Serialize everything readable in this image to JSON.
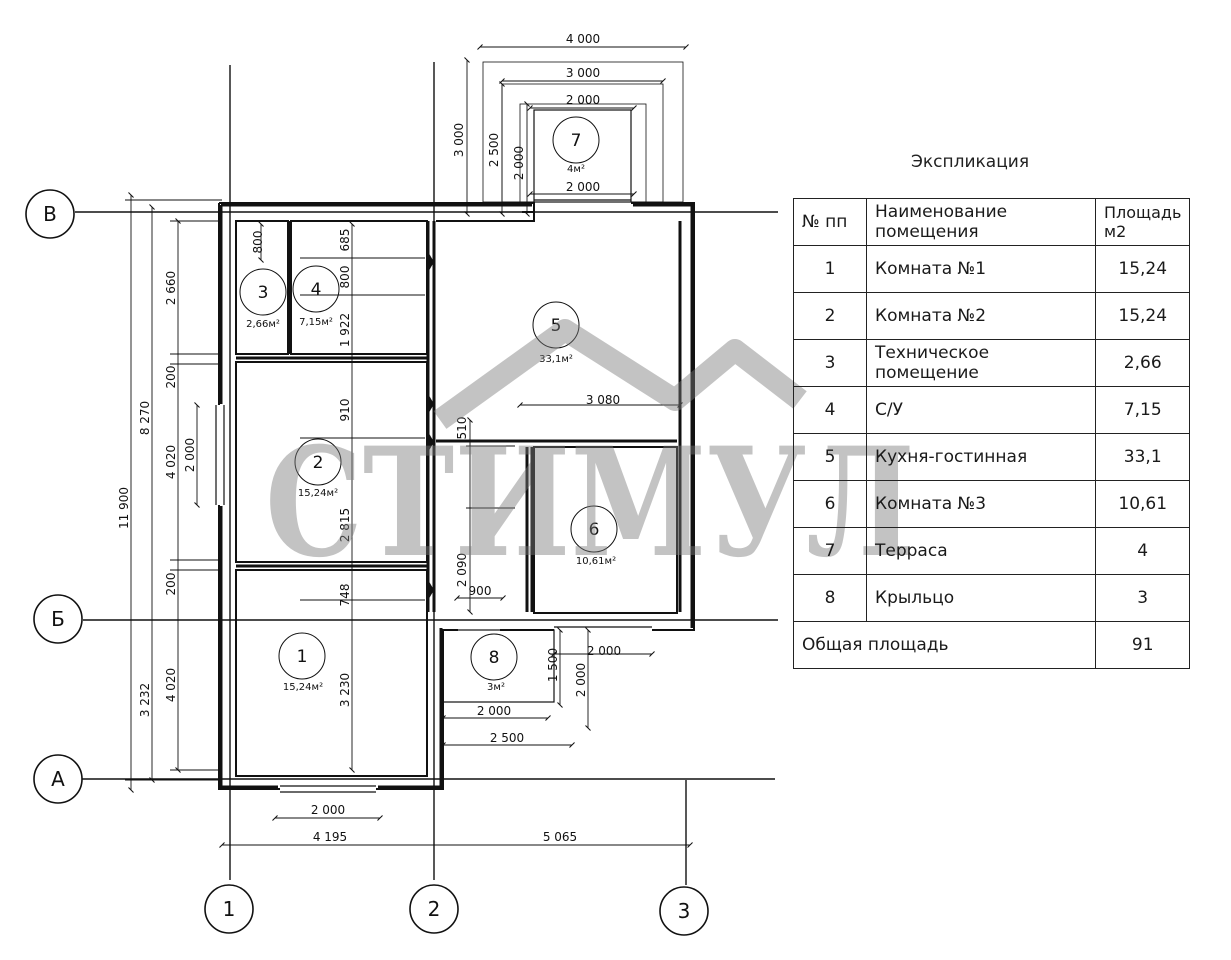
{
  "axes": {
    "v1": "1",
    "v2": "2",
    "v3": "3",
    "hA": "А",
    "hB": "Б",
    "hV": "В"
  },
  "dims": {
    "terrace_outer_w": "4 000",
    "terrace_mid_w": "3 000",
    "terrace_inner_w": "2 000",
    "terrace_opening_w": "2 000",
    "terrace_h1": "3 000",
    "terrace_h2": "2 500",
    "terrace_h3": "2 000",
    "room3_h": "800",
    "room4_h1": "685",
    "room4_h2": "800",
    "left_2660": "2 660",
    "left_200a": "200",
    "left_8270": "8 270",
    "left_4020a": "4 020",
    "left_2000": "2 000",
    "left_200b": "200",
    "left_11900": "11 900",
    "left_3232": "3 232",
    "left_4020b": "4 020",
    "inner_1922": "1 922",
    "inner_910": "910",
    "inner_2815": "2 815",
    "inner_748": "748",
    "inner_3230": "3 230",
    "inner_3080": "3 080",
    "inner_510": "510",
    "inner_2090": "2 090",
    "inner_900": "900",
    "porch_1500": "1 500",
    "porch_2000v": "2 000",
    "porch_2000h_a": "2 000",
    "porch_2000h_b": "2 000",
    "porch_2500": "2 500",
    "bottom_2000": "2 000",
    "bottom_4195": "4 195",
    "bottom_5065": "5 065"
  },
  "rooms": {
    "r1_num": "1",
    "r1_area": "15,24м²",
    "r2_num": "2",
    "r2_area": "15,24м²",
    "r3_num": "3",
    "r3_area": "2,66м²",
    "r4_num": "4",
    "r4_area": "7,15м²",
    "r5_num": "5",
    "r5_area": "33,1м²",
    "r6_num": "6",
    "r6_area": "10,61м²",
    "r7_num": "7",
    "r7_area": "4м²",
    "r8_num": "8",
    "r8_area": "3м²"
  },
  "watermark": "СТИМУЛ",
  "explication": {
    "title": "Экспликация",
    "headers": [
      "№ пп",
      "Наименование помещения",
      "Площадь м2"
    ],
    "rows": [
      {
        "n": "1",
        "name": "Комната №1",
        "area": "15,24"
      },
      {
        "n": "2",
        "name": "Комната №2",
        "area": "15,24"
      },
      {
        "n": "3",
        "name": "Техническое помещение",
        "area": "2,66"
      },
      {
        "n": "4",
        "name": "С/У",
        "area": "7,15"
      },
      {
        "n": "5",
        "name": "Кухня-гостинная",
        "area": "33,1"
      },
      {
        "n": "6",
        "name": "Комната №3",
        "area": "10,61"
      },
      {
        "n": "7",
        "name": "Терраса",
        "area": "4"
      },
      {
        "n": "8",
        "name": "Крыльцо",
        "area": "3"
      }
    ],
    "total_label": "Общая площадь",
    "total_value": "91"
  }
}
